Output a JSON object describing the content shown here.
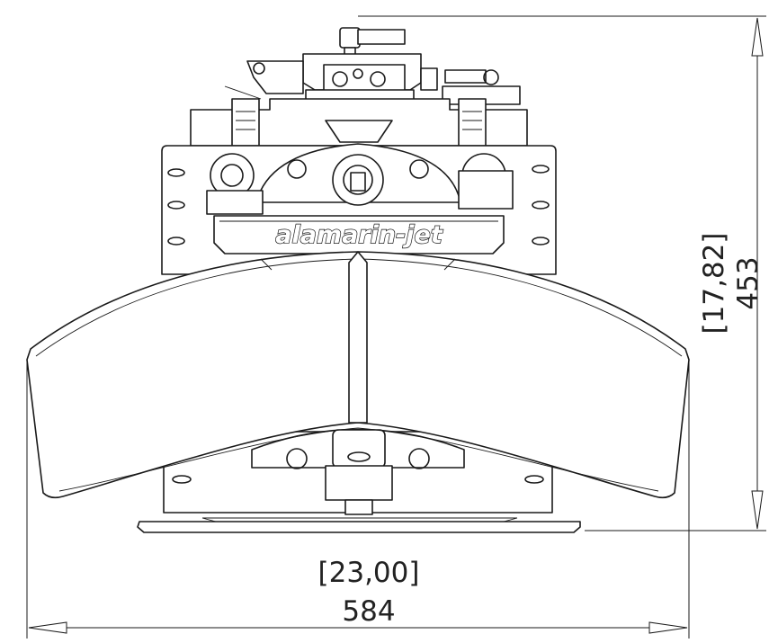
{
  "brand_label": "alamarin-jet",
  "dimensions": {
    "height": {
      "inches": "17,82",
      "mm": "453"
    },
    "width": {
      "inches": "23,00",
      "mm": "584"
    }
  }
}
